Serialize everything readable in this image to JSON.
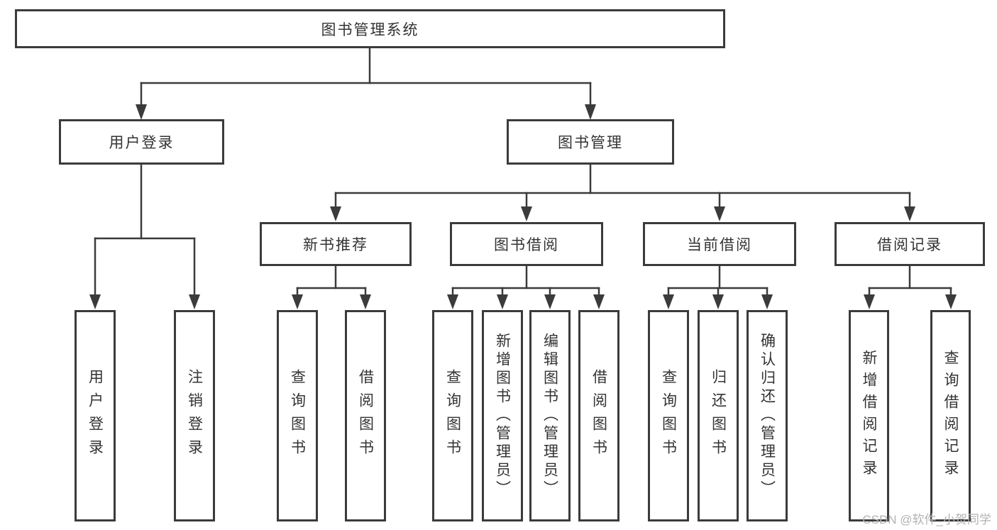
{
  "colors": {
    "background": "#ffffff",
    "line": "#3b3b3b",
    "text": "#333333",
    "watermark": "#b2b2b2"
  },
  "root": {
    "label": "图书管理系统"
  },
  "branches": [
    {
      "label": "用户登录",
      "leaves": [
        "用户登录",
        "注销登录"
      ]
    },
    {
      "label": "图书管理",
      "groups": [
        {
          "label": "新书推荐",
          "leaves": [
            "查询图书",
            "借阅图书"
          ]
        },
        {
          "label": "图书借阅",
          "leaves": [
            "查询图书",
            "新增图书（管理员）",
            "编辑图书（管理员）",
            "借阅图书"
          ]
        },
        {
          "label": "当前借阅",
          "leaves": [
            "查询图书",
            "归还图书",
            "确认归还（管理员）"
          ]
        },
        {
          "label": "借阅记录",
          "leaves": [
            "新增借阅记录",
            "查询借阅记录"
          ]
        }
      ]
    }
  ],
  "watermark": {
    "text": "CSDN @软件_小贺同学"
  }
}
